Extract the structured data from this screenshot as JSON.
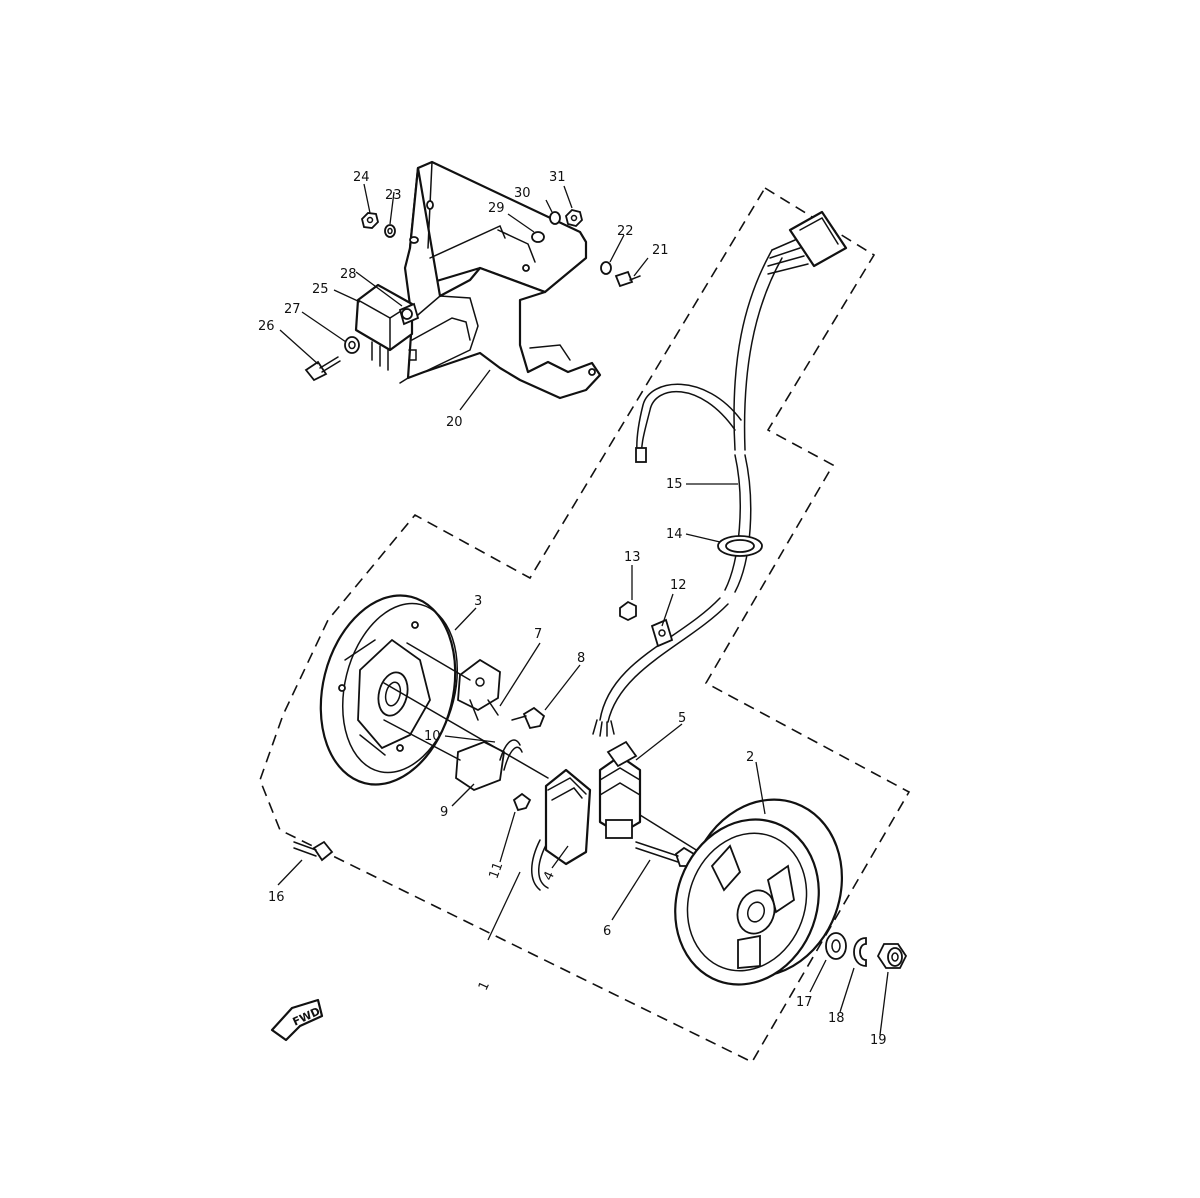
{
  "labels": {
    "p1": "1",
    "p2": "2",
    "p3": "3",
    "p4": "4",
    "p5": "5",
    "p6": "6",
    "p7": "7",
    "p8": "8",
    "p9": "9",
    "p10": "10",
    "p11": "11",
    "p12": "12",
    "p13": "13",
    "p14": "14",
    "p15": "15",
    "p16": "16",
    "p17": "17",
    "p18": "18",
    "p19": "19",
    "p20": "20",
    "p21": "21",
    "p22": "22",
    "p23": "23",
    "p24": "24",
    "p25": "25",
    "p26": "26",
    "p27": "27",
    "p28": "28",
    "p29": "29",
    "p30": "30",
    "p31": "31"
  },
  "fwd_label": "FWD"
}
